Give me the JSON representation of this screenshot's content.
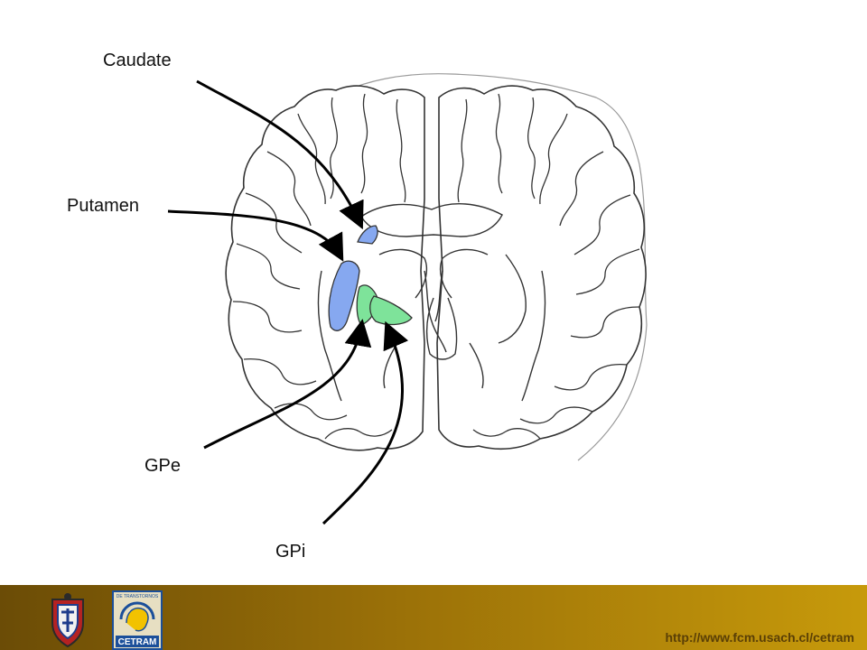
{
  "labels": {
    "caudate": "Caudate",
    "putamen": "Putamen",
    "gpe": "GPe",
    "gpi": "GPi"
  },
  "footer": {
    "url": "http://www.fcm.usach.cl/cetram",
    "logo_left": "university-crest-logo",
    "logo_right": {
      "name": "cetram-logo",
      "text": "CETRAM",
      "arc_text": "DE TRANSTORNOS"
    }
  },
  "colors": {
    "caudate_putamen": "#86a8f0",
    "globus_pallidus": "#7ee39a",
    "outline": "#555555",
    "footer_gold": "#c79a0b",
    "footer_dark": "#6b4c06"
  }
}
